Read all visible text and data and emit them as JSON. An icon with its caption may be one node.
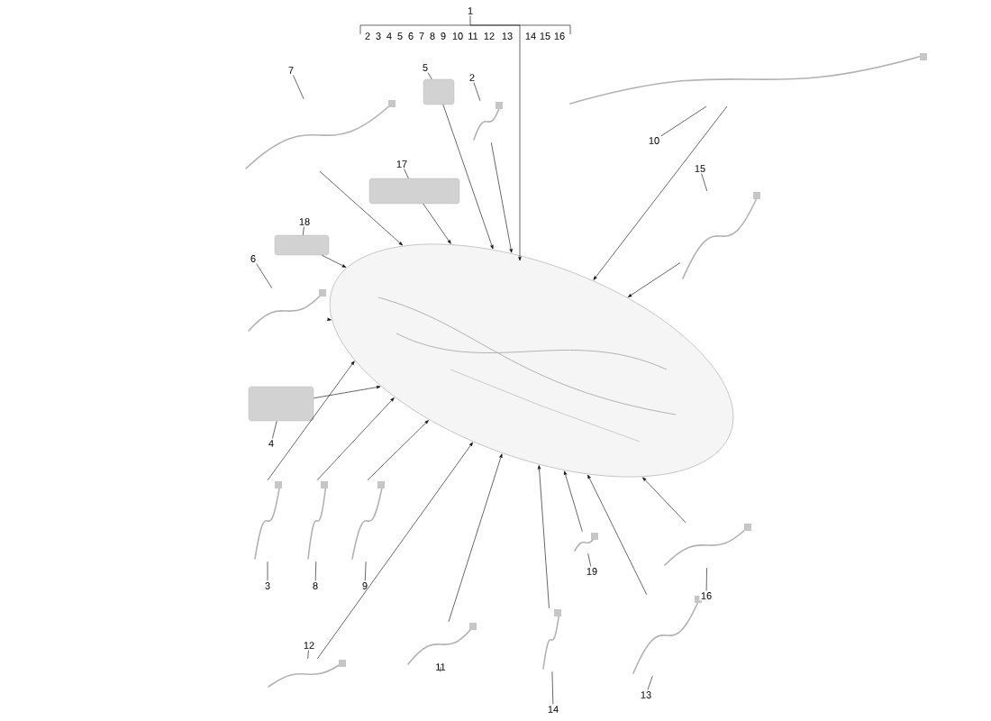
{
  "diagram": {
    "nodes": [
      {
        "text": [
          "1"
        ]
      },
      {
        "text": [],
        "shape": "picture"
      },
      {
        "text": [
          "2"
        ]
      },
      {
        "text": [],
        "shape": "cable"
      },
      {
        "text": [
          "3"
        ]
      },
      {
        "text": [],
        "shape": "cable"
      },
      {
        "text": [
          "4"
        ]
      },
      {
        "text": [],
        "shape": "box"
      },
      {
        "text": [
          "5"
        ]
      },
      {
        "text": [],
        "shape": "box"
      },
      {
        "text": [
          "6"
        ]
      },
      {
        "text": [],
        "shape": "cable"
      },
      {
        "text": [
          "7"
        ]
      },
      {
        "text": [],
        "shape": "cable"
      },
      {
        "text": [
          "8"
        ]
      },
      {
        "text": [],
        "shape": "cable"
      },
      {
        "text": [
          "9"
        ]
      },
      {
        "text": [],
        "shape": "cable"
      },
      {
        "text": [
          "10"
        ]
      },
      {
        "text": [],
        "shape": "cable"
      },
      {
        "text": [
          "11"
        ]
      },
      {
        "text": [],
        "shape": "cable"
      },
      {
        "text": [
          "12"
        ]
      },
      {
        "text": [],
        "shape": "cable"
      },
      {
        "text": [
          "13"
        ]
      },
      {
        "text": [],
        "shape": "cable"
      },
      {
        "text": [
          "14"
        ]
      },
      {
        "text": [],
        "shape": "cable"
      },
      {
        "text": [
          "15"
        ]
      },
      {
        "text": [],
        "shape": "cable"
      },
      {
        "text": [
          "16"
        ]
      },
      {
        "text": [],
        "shape": "cable"
      },
      {
        "text": [
          "17"
        ]
      },
      {
        "text": [],
        "shape": "box"
      },
      {
        "text": [
          "18"
        ]
      },
      {
        "text": [],
        "shape": "box"
      },
      {
        "text": [
          "19"
        ]
      },
      {
        "text": [],
        "shape": "cable"
      }
    ],
    "edges": [
      {
        "from": 0,
        "to": 1,
        "arrow": "to"
      },
      {
        "from": 2,
        "to": 3,
        "arrow": "none"
      },
      {
        "from": 3,
        "to": 1,
        "arrow": "to"
      },
      {
        "from": 4,
        "to": 5,
        "arrow": "none"
      },
      {
        "from": 5,
        "to": 1,
        "arrow": "to"
      },
      {
        "from": 6,
        "to": 7,
        "arrow": "none"
      },
      {
        "from": 7,
        "to": 1,
        "arrow": "to"
      },
      {
        "from": 8,
        "to": 9,
        "arrow": "none"
      },
      {
        "from": 9,
        "to": 1,
        "arrow": "to"
      },
      {
        "from": 10,
        "to": 11,
        "arrow": "none"
      },
      {
        "from": 11,
        "to": 1,
        "arrow": "to"
      },
      {
        "from": 12,
        "to": 13,
        "arrow": "none"
      },
      {
        "from": 13,
        "to": 1,
        "arrow": "to"
      },
      {
        "from": 14,
        "to": 15,
        "arrow": "none"
      },
      {
        "from": 15,
        "to": 1,
        "arrow": "to"
      },
      {
        "from": 16,
        "to": 17,
        "arrow": "none"
      },
      {
        "from": 17,
        "to": 1,
        "arrow": "to"
      },
      {
        "from": 18,
        "to": 19,
        "arrow": "none"
      },
      {
        "from": 19,
        "to": 1,
        "arrow": "to"
      },
      {
        "from": 20,
        "to": 21,
        "arrow": "none"
      },
      {
        "from": 21,
        "to": 1,
        "arrow": "to"
      },
      {
        "from": 22,
        "to": 23,
        "arrow": "none"
      },
      {
        "from": 23,
        "to": 1,
        "arrow": "to"
      },
      {
        "from": 24,
        "to": 25,
        "arrow": "none"
      },
      {
        "from": 25,
        "to": 1,
        "arrow": "to"
      },
      {
        "from": 26,
        "to": 27,
        "arrow": "none"
      },
      {
        "from": 27,
        "to": 1,
        "arrow": "to"
      },
      {
        "from": 28,
        "to": 29,
        "arrow": "none"
      },
      {
        "from": 29,
        "to": 1,
        "arrow": "to"
      },
      {
        "from": 30,
        "to": 31,
        "arrow": "none"
      },
      {
        "from": 31,
        "to": 1,
        "arrow": "to"
      },
      {
        "from": 32,
        "to": 33,
        "arrow": "none"
      },
      {
        "from": 33,
        "to": 1,
        "arrow": "to"
      },
      {
        "from": 34,
        "to": 35,
        "arrow": "none"
      },
      {
        "from": 35,
        "to": 1,
        "arrow": "to"
      },
      {
        "from": 36,
        "to": 37,
        "arrow": "none"
      },
      {
        "from": 37,
        "to": 1,
        "arrow": "to"
      }
    ],
    "labels": [
      "2",
      "3",
      "4",
      "5",
      "6",
      "7",
      "8",
      "9",
      "10",
      "11",
      "12",
      "13",
      "14",
      "15",
      "16"
    ]
  }
}
